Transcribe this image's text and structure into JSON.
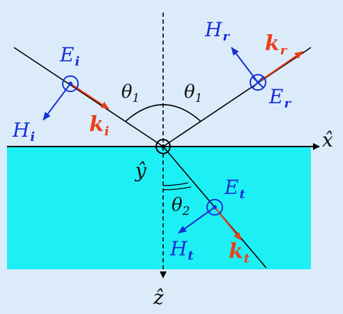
{
  "background_color": "#dcebfa",
  "medium_color": "#1df0f5",
  "field_blue": "#1530d6",
  "wave_red": "#e8401a",
  "labels": {
    "E_i": "E",
    "E_i_sub": "i",
    "H_i": "H",
    "H_i_sub": "i",
    "k_i": "k",
    "k_i_sub": "i",
    "E_r": "E",
    "E_r_sub": "r",
    "H_r": "H",
    "H_r_sub": "r",
    "k_r": "k",
    "k_r_sub": "r",
    "E_t": "E",
    "E_t_sub": "t",
    "H_t": "H",
    "H_t_sub": "t",
    "k_t": "k",
    "k_t_sub": "t",
    "theta1_left": "θ",
    "theta1_left_sub": "1",
    "theta1_right": "θ",
    "theta1_right_sub": "1",
    "theta2": "θ",
    "theta2_sub": "2",
    "x_axis": "x̂",
    "y_axis": "ŷ",
    "z_axis": "ẑ"
  }
}
